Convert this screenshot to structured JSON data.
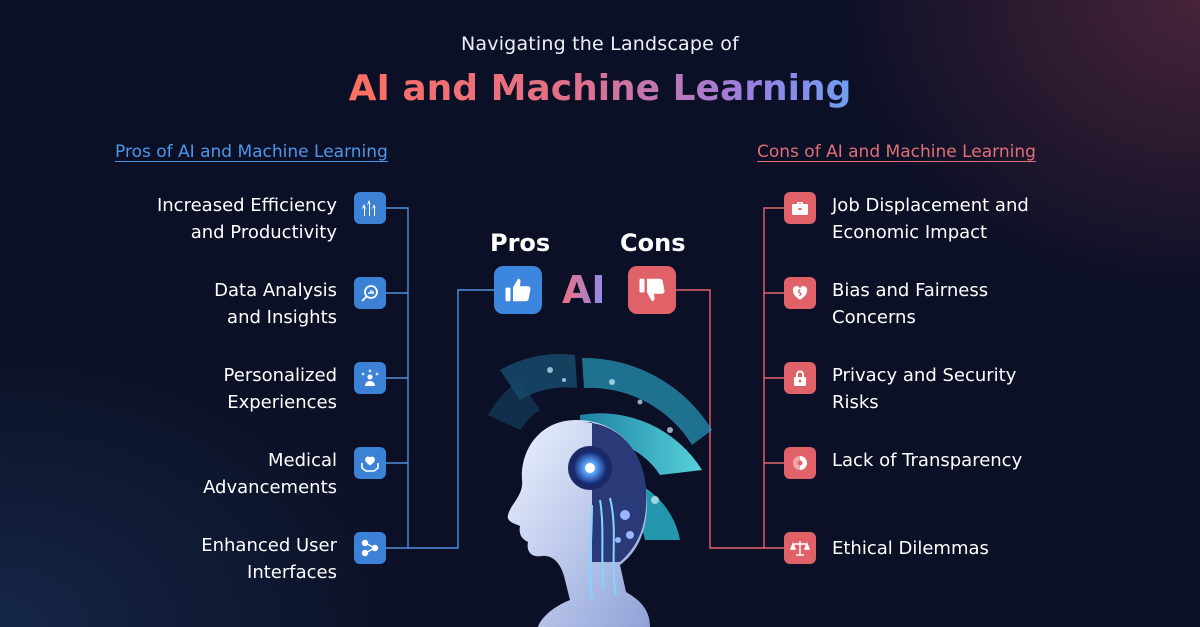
{
  "header": {
    "subtitle": "Navigating the Landscape of",
    "title": "AI and Machine Learning"
  },
  "pros": {
    "heading": "Pros of AI and Machine Learning",
    "label": "Pros",
    "items": [
      {
        "line1": "Increased Efficiency",
        "line2": "and Productivity",
        "icon": "growth-arrows-icon"
      },
      {
        "line1": "Data Analysis",
        "line2": "and Insights",
        "icon": "magnifier-chart-icon"
      },
      {
        "line1": "Personalized",
        "line2": "Experiences",
        "icon": "user-stars-icon"
      },
      {
        "line1": "Medical",
        "line2": "Advancements",
        "icon": "heart-hand-icon"
      },
      {
        "line1": "Enhanced User",
        "line2": "Interfaces",
        "icon": "network-nodes-icon"
      }
    ]
  },
  "cons": {
    "heading": "Cons of AI and Machine Learning",
    "label": "Cons",
    "items": [
      {
        "line1": "Job Displacement and",
        "line2": "Economic Impact",
        "icon": "briefcase-icon"
      },
      {
        "line1": "Bias and Fairness",
        "line2": "Concerns",
        "icon": "broken-heart-hand-icon"
      },
      {
        "line1": "Privacy and Security",
        "line2": "Risks",
        "icon": "lock-shield-icon"
      },
      {
        "line1": "Lack of Transparency",
        "line2": "",
        "icon": "eye-slash-icon"
      },
      {
        "line1": "Ethical Dilemmas",
        "line2": "",
        "icon": "scales-icon"
      }
    ]
  },
  "center": {
    "ai_label": "AI"
  },
  "colors": {
    "pros_accent": "#3b82d6",
    "cons_accent": "#e06168",
    "background": "#0c1026"
  }
}
